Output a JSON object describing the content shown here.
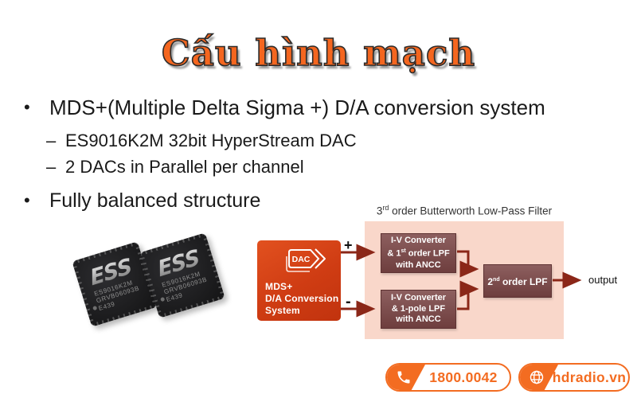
{
  "title": {
    "text": "Cấu hình mạch",
    "color": "#f4661f"
  },
  "bullets": {
    "level1_marker": "•",
    "level2_marker": "–",
    "b1": "MDS+(Multiple Delta Sigma +) D/A conversion system",
    "b1_sub1": "ES9016K2M 32bit HyperStream DAC",
    "b1_sub2": "2 DACs in Parallel per channel",
    "b2": "Fully balanced structure"
  },
  "diagram": {
    "filter_title": {
      "num": "3",
      "sup": "rd",
      "rest": " order Butterworth Low-Pass Filter"
    },
    "mds_box": {
      "icon_label": "DAC",
      "line1": "MDS+",
      "line2": "D/A Conversion",
      "line3": "System"
    },
    "plus_sign": "+",
    "minus_sign": "-",
    "box_top": {
      "line1": "I-V Converter",
      "line2_pre": "& 1",
      "line2_sup": "st",
      "line2_post": " order LPF",
      "line3": "with ANCC"
    },
    "box_bottom": {
      "line1": "I-V Converter",
      "line2": "& 1-pole LPF",
      "line3": "with ANCC"
    },
    "box_lpf": {
      "pre": "2",
      "sup": "nd",
      "post": " order LPF"
    },
    "output_label": "output",
    "colors": {
      "mds_box": "#cf3c13",
      "filter_panel": "#f9d7ca",
      "maroon_box": "#7a4a4a",
      "arrow": "#8b2718"
    }
  },
  "chips": {
    "logo": "ESS",
    "line1": "ES9016K2M",
    "line2": "GRVB06093B",
    "line3": "E439"
  },
  "footer": {
    "phone": "1800.0042",
    "website": "hdradio.vn",
    "accent_color": "#f36c21"
  }
}
